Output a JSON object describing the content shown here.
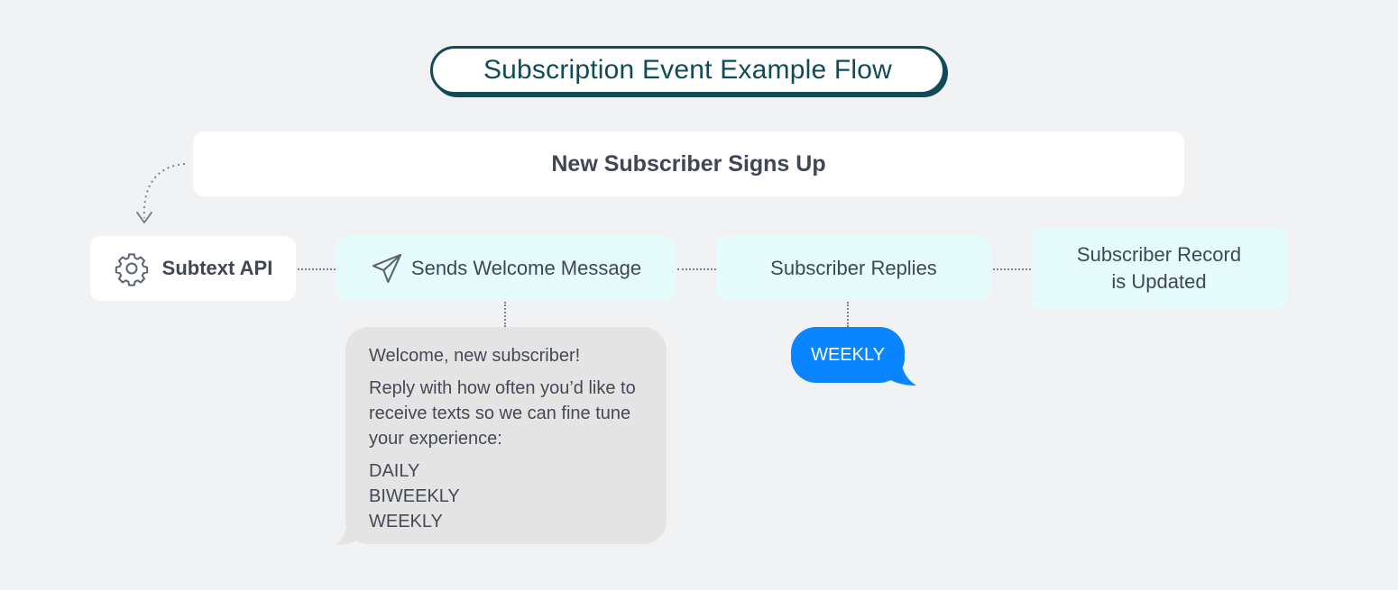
{
  "title": "Subscription Event Example Flow",
  "trigger": "New Subscriber Signs Up",
  "steps": {
    "api": {
      "label": "Subtext API",
      "icon": "gear-icon"
    },
    "send": {
      "label": "Sends Welcome Message",
      "icon": "paper-plane-icon"
    },
    "reply": {
      "label": "Subscriber Replies"
    },
    "record": {
      "line1": "Subscriber Record",
      "line2": "is Updated"
    }
  },
  "welcome_message": {
    "greeting": "Welcome, new subscriber!",
    "body_lines": [
      "Reply with how often you’d like to",
      "receive texts so we can fine tune",
      "your experience:"
    ],
    "options": [
      "DAILY",
      "BIWEEKLY",
      "WEEKLY"
    ]
  },
  "reply_message": "WEEKLY",
  "colors": {
    "title": "#124b58",
    "step_fill": "#e6fbfb",
    "grey_bubble": "#e4e4e4",
    "blue_bubble": "#0a84ff"
  }
}
